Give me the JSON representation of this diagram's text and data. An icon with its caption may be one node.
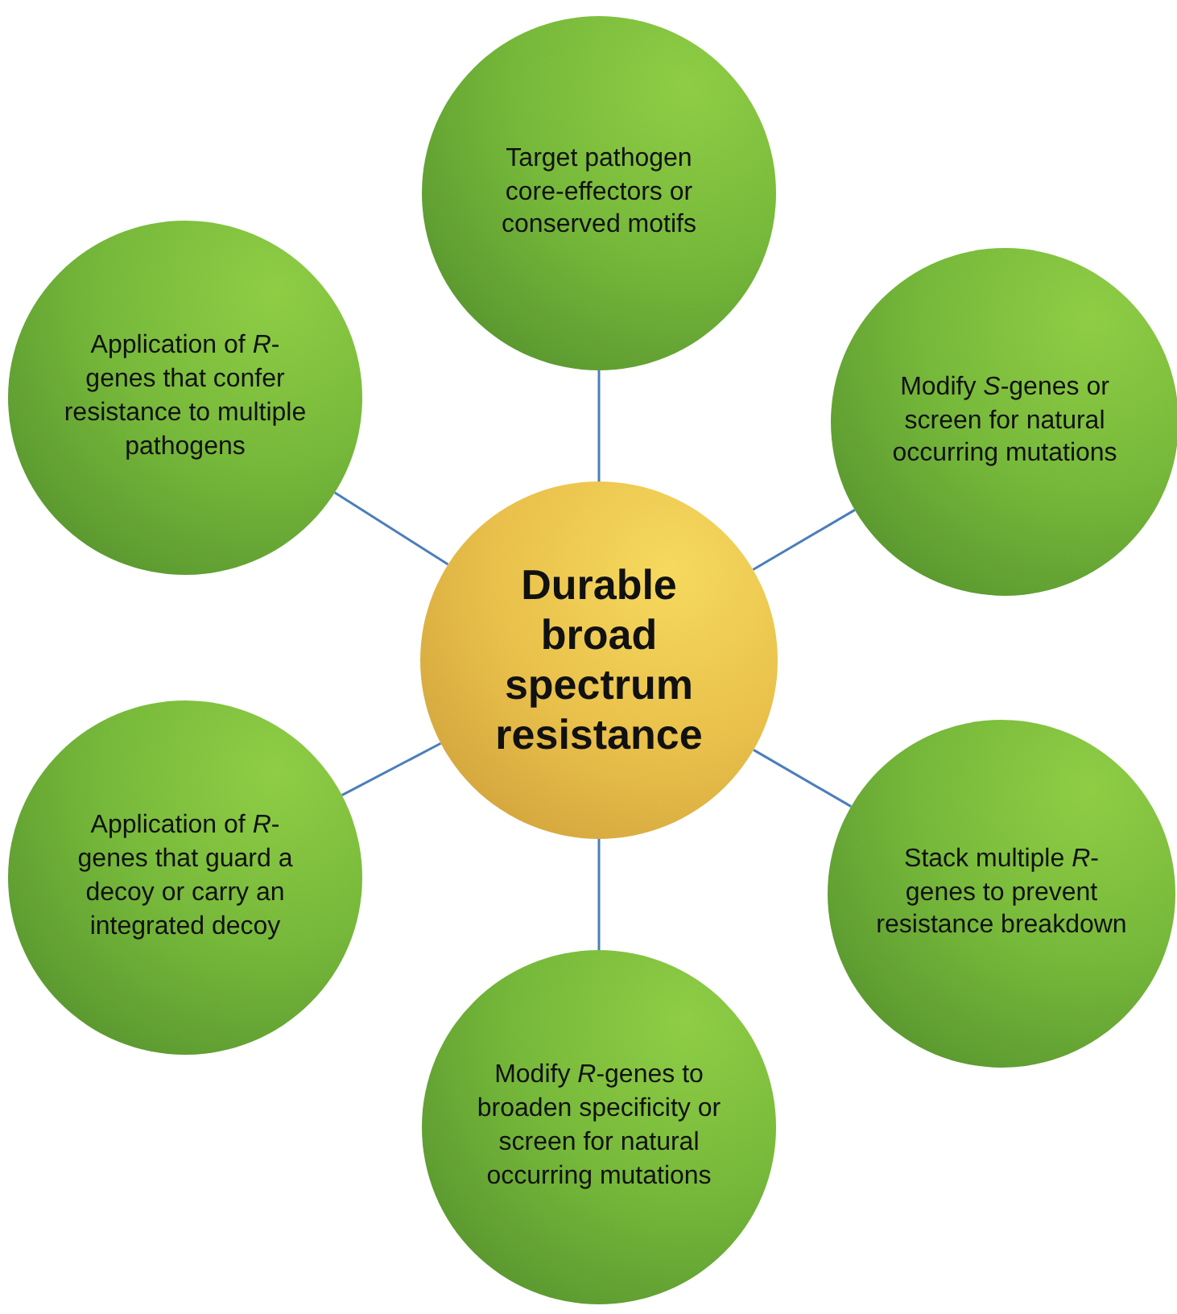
{
  "diagram": {
    "nodes": [
      {
        "text": [
          "Durable broad spectrum resistance"
        ]
      },
      {
        "text": [
          "Target pathogen core-effectors or conserved motifs"
        ]
      },
      {
        "text": [
          "Application of *R*-genes that confer resistance to multiple pathogens"
        ]
      },
      {
        "text": [
          "Modify *S*-genes or screen for natural occurring mutations"
        ]
      },
      {
        "text": [
          "Application of *R*-genes that guard a decoy or carry an integrated decoy"
        ]
      },
      {
        "text": [
          "Stack multiple *R*-genes to prevent resistance breakdown"
        ]
      },
      {
        "text": [
          "Modify *R*-genes to broaden specificity or screen for natural occurring mutations"
        ]
      }
    ],
    "edges": [
      {
        "from": 0,
        "to": 1,
        "arrow": "none"
      },
      {
        "from": 0,
        "to": 2,
        "arrow": "none"
      },
      {
        "from": 0,
        "to": 3,
        "arrow": "none"
      },
      {
        "from": 0,
        "to": 4,
        "arrow": "none"
      },
      {
        "from": 0,
        "to": 5,
        "arrow": "none"
      },
      {
        "from": 0,
        "to": 6,
        "arrow": "none"
      }
    ]
  }
}
